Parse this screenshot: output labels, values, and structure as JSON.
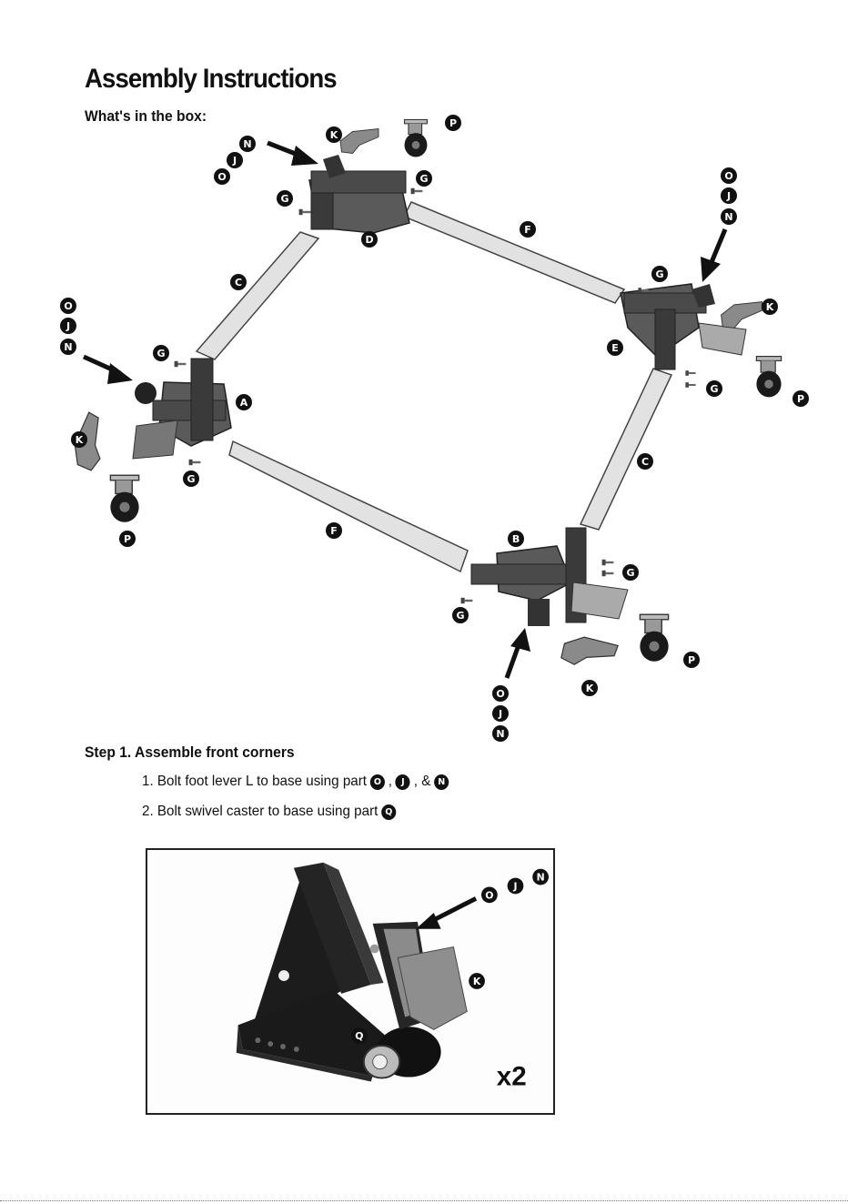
{
  "title": "Assembly Instructions",
  "subtitle": "What's in the box:",
  "parts": {
    "A": "A",
    "B": "B",
    "C": "C",
    "D": "D",
    "E": "E",
    "F": "F",
    "G": "G",
    "J": "J",
    "K": "K",
    "N": "N",
    "O": "O",
    "P": "P",
    "Q": "Q"
  },
  "step1": {
    "title": "Step 1. Assemble front corners",
    "item1_text": "1. Bolt foot lever L to base using part",
    "item1_parts": [
      "O",
      "J",
      "N"
    ],
    "item1_sep1": ",",
    "item1_sep2": ", &",
    "item2_text": "2. Bolt swivel caster to base using part",
    "item2_part": "Q"
  },
  "photo": {
    "labels": [
      "O",
      "J",
      "N",
      "K",
      "Q"
    ],
    "quantity": "x2"
  },
  "colors": {
    "bracket": "#4a4a4a",
    "tube": "#d9d9d9",
    "lever": "#8a8a8a",
    "badge": "#111111"
  }
}
